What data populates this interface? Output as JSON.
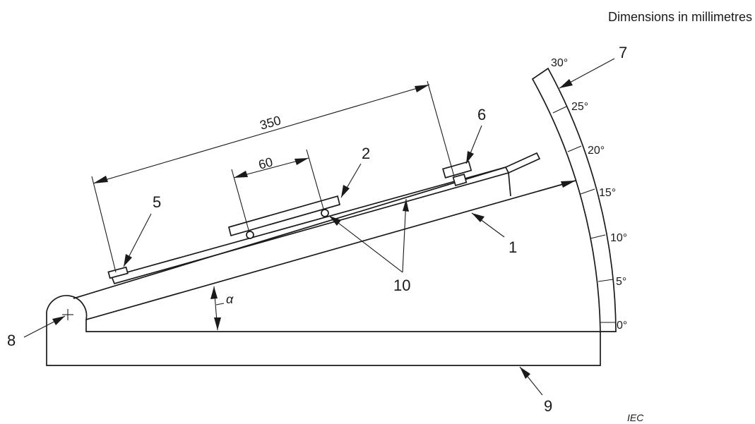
{
  "header": {
    "note": "Dimensions in millimetres"
  },
  "dimensions": {
    "overall_length": "350",
    "sample_length": "60"
  },
  "angle_symbol": "α",
  "scale_labels": [
    "30°",
    "25°",
    "20°",
    "15°",
    "10°",
    "5°",
    "0°"
  ],
  "callouts": {
    "c1": "1",
    "c2": "2",
    "c5": "5",
    "c6": "6",
    "c7": "7",
    "c8": "8",
    "c9": "9",
    "c10": "10"
  },
  "footer": {
    "mark": "IEC"
  }
}
